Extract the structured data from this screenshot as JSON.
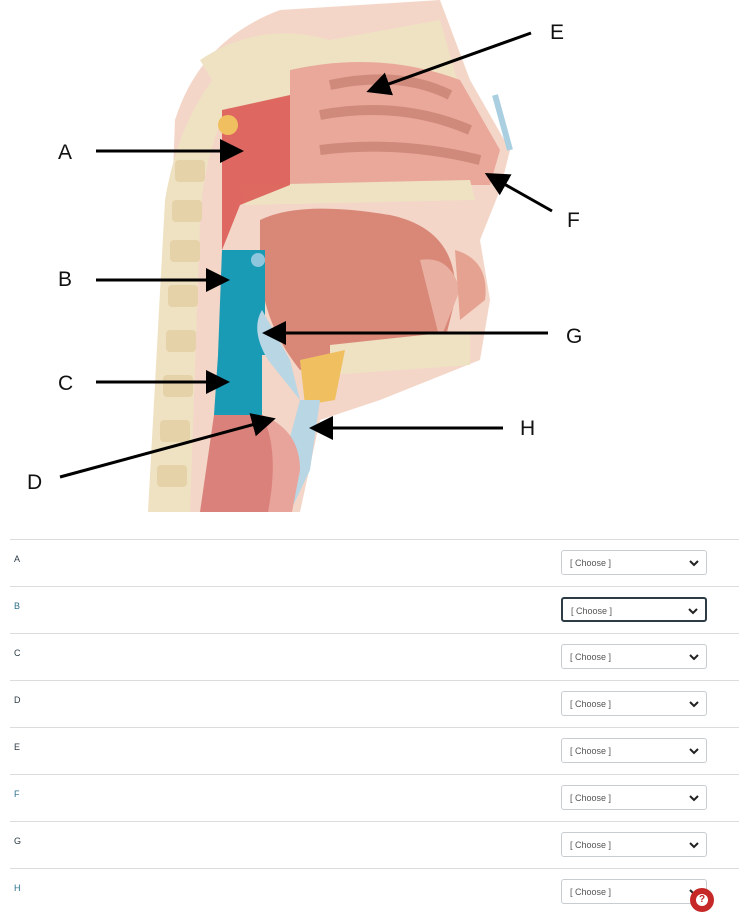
{
  "figure": {
    "labels": [
      "A",
      "B",
      "C",
      "D",
      "E",
      "F",
      "G",
      "H"
    ]
  },
  "rows": [
    {
      "label": "A",
      "selected": "[ Choose ]"
    },
    {
      "label": "B",
      "selected": "[ Choose ]"
    },
    {
      "label": "C",
      "selected": "[ Choose ]"
    },
    {
      "label": "D",
      "selected": "[ Choose ]"
    },
    {
      "label": "E",
      "selected": "[ Choose ]"
    },
    {
      "label": "F",
      "selected": "[ Choose ]"
    },
    {
      "label": "G",
      "selected": "[ Choose ]"
    },
    {
      "label": "H",
      "selected": "[ Choose ]"
    }
  ],
  "colors": {
    "tissue": "#e89a8a",
    "pharynx_red": "#d9534f",
    "pharynx_blue": "#1a9bb5",
    "bone": "#efe2c3",
    "help": "#c62828"
  },
  "icons": {
    "dropdown": "chevron-down-icon",
    "help": "help-icon"
  }
}
